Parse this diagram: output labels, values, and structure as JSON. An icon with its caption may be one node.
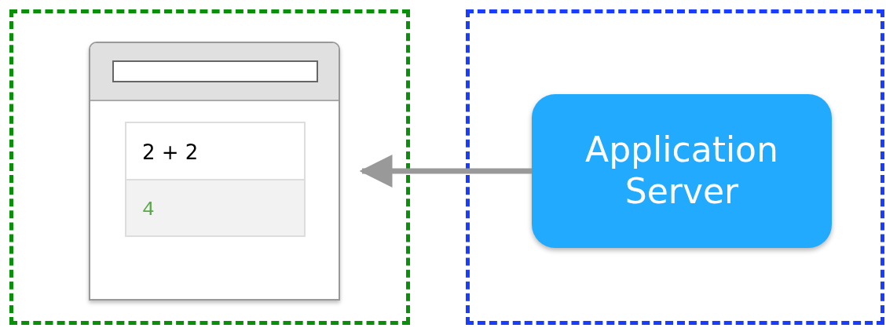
{
  "diagram": {
    "nodes": [
      {
        "text": [],
        "shape": "box"
      },
      {
        "text": [],
        "shape": "box",
        "in": 0
      },
      {
        "text": [],
        "shape": "box"
      },
      {
        "text": [
          "Application Server"
        ],
        "in": 2
      }
    ],
    "edges": [
      {
        "from": 3,
        "to": 1,
        "arrow": "to"
      }
    ],
    "labels": [
      "2 + 2",
      "4"
    ]
  }
}
